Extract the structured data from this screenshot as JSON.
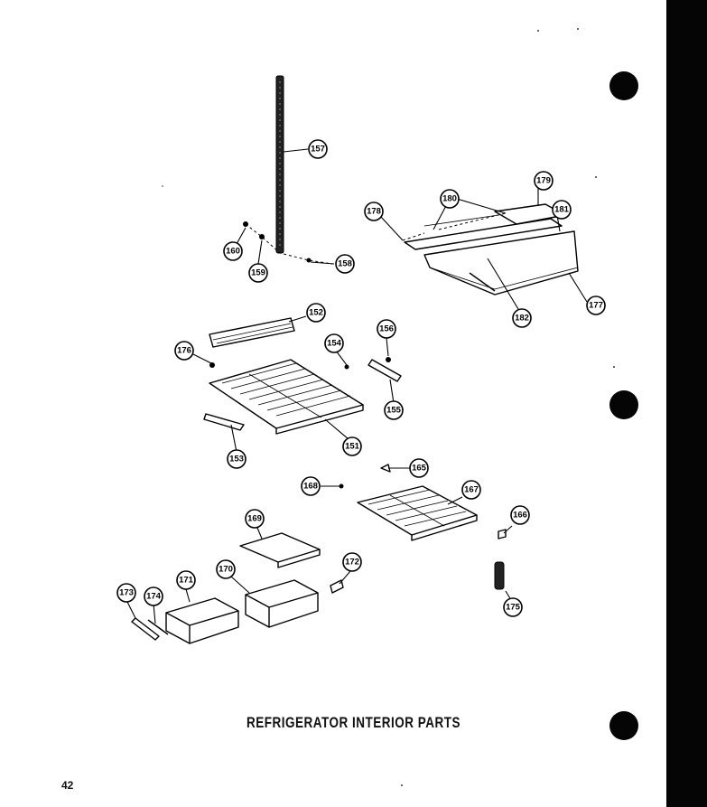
{
  "title": "REFRIGERATOR INTERIOR PARTS",
  "page_number": "42",
  "callouts": [
    "157",
    "160",
    "159",
    "158",
    "178",
    "180",
    "179",
    "181",
    "177",
    "182",
    "152",
    "176",
    "154",
    "156",
    "155",
    "151",
    "153",
    "165",
    "168",
    "167",
    "169",
    "172",
    "170",
    "171",
    "173",
    "174",
    "166",
    "175"
  ]
}
